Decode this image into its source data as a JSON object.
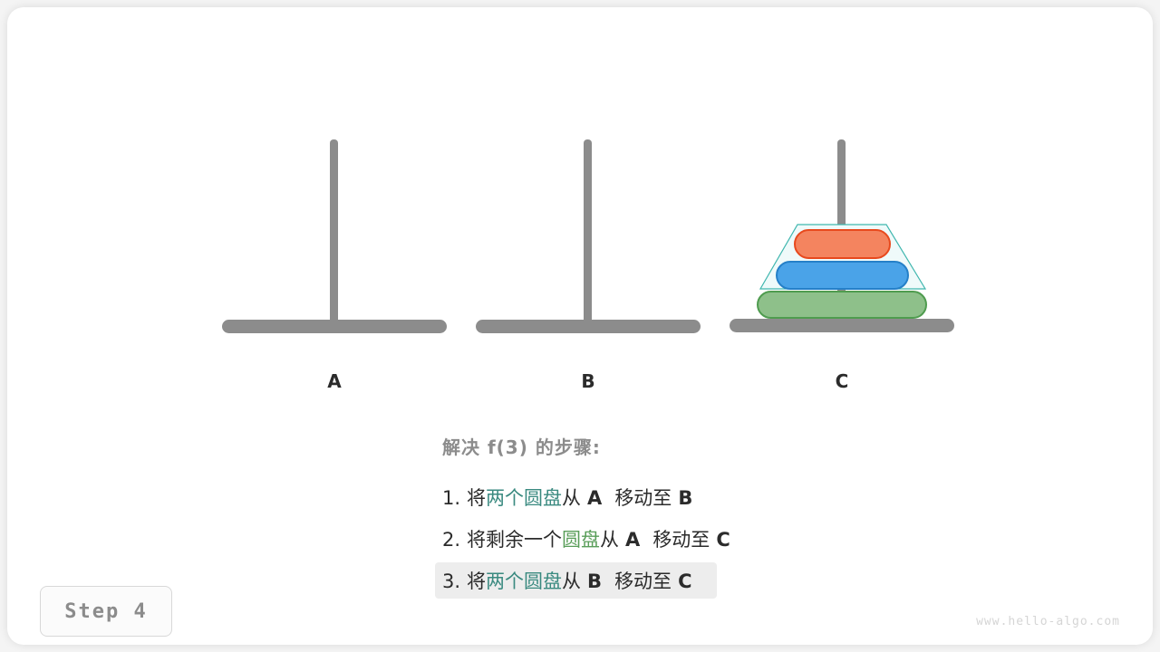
{
  "canvas": {
    "background": "#ffffff",
    "card_background": "#ffffff"
  },
  "colors": {
    "pillar": "#8c8c8c",
    "disk_small_fill": "#f4845f",
    "disk_small_border": "#e8491d",
    "disk_medium_fill": "#4aa3e8",
    "disk_medium_border": "#2580c8",
    "disk_large_fill": "#8ec08a",
    "disk_large_border": "#4f9c4f",
    "highlight_border": "#3fb6ae",
    "highlight_fill": "#effafa",
    "teal_text": "#3a8a80",
    "green_text": "#5a9e5a",
    "heading_text": "#8c8c8c",
    "body_text": "#2b2b2b",
    "step_highlight_bg": "#ededed",
    "watermark": "#d5d5d5"
  },
  "pillars": [
    {
      "id": "A",
      "label": "A",
      "disks": []
    },
    {
      "id": "B",
      "label": "B",
      "disks": []
    },
    {
      "id": "C",
      "label": "C",
      "disks": [
        {
          "size": "small",
          "fill": "#f4845f",
          "border": "#e8491d"
        },
        {
          "size": "medium",
          "fill": "#4aa3e8",
          "border": "#2580c8"
        },
        {
          "size": "large",
          "fill": "#8ec08a",
          "border": "#4f9c4f"
        }
      ]
    }
  ],
  "steps": {
    "heading": "解决 f(3) 的步骤:",
    "items": [
      {
        "number": "1.",
        "highlighted": false,
        "tokens": [
          {
            "text": "将",
            "style": "plain"
          },
          {
            "text": "两个圆盘",
            "style": "teal"
          },
          {
            "text": "从",
            "style": "plain"
          },
          {
            "text": "A",
            "style": "bold"
          },
          {
            "text": "移动至",
            "style": "plain"
          },
          {
            "text": "B",
            "style": "bold"
          }
        ]
      },
      {
        "number": "2.",
        "highlighted": false,
        "tokens": [
          {
            "text": "将剩余一个",
            "style": "plain"
          },
          {
            "text": "圆盘",
            "style": "green"
          },
          {
            "text": "从",
            "style": "plain"
          },
          {
            "text": "A",
            "style": "bold"
          },
          {
            "text": "移动至",
            "style": "plain"
          },
          {
            "text": "C",
            "style": "bold"
          }
        ]
      },
      {
        "number": "3.",
        "highlighted": true,
        "tokens": [
          {
            "text": "将",
            "style": "plain"
          },
          {
            "text": "两个圆盘",
            "style": "teal"
          },
          {
            "text": "从",
            "style": "plain"
          },
          {
            "text": "B",
            "style": "bold"
          },
          {
            "text": "移动至",
            "style": "plain"
          },
          {
            "text": "C",
            "style": "bold"
          }
        ]
      }
    ]
  },
  "badge": {
    "label": "Step 4"
  },
  "watermark": {
    "text": "www.hello-algo.com"
  }
}
